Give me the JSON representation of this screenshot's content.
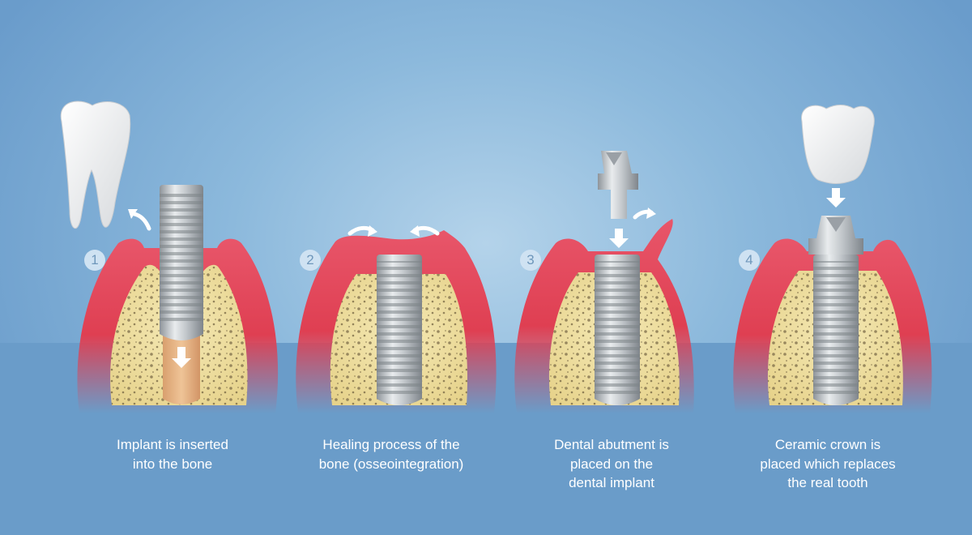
{
  "steps": [
    {
      "number": "1",
      "caption": [
        "Implant is inserted",
        "into the bone"
      ]
    },
    {
      "number": "2",
      "caption": [
        "Healing process of the",
        "bone (osseointegration)"
      ]
    },
    {
      "number": "3",
      "caption": [
        "Dental abutment is",
        "placed on the",
        "dental implant"
      ]
    },
    {
      "number": "4",
      "caption": [
        "Ceramic crown is",
        "placed which replaces",
        "the real tooth"
      ]
    }
  ],
  "colors": {
    "gum": "#e34a5a",
    "bone": "#efe1a3",
    "titanium": "#b7bcc1",
    "tooth": "#f7f7f5",
    "arrow": "#ffffff"
  }
}
